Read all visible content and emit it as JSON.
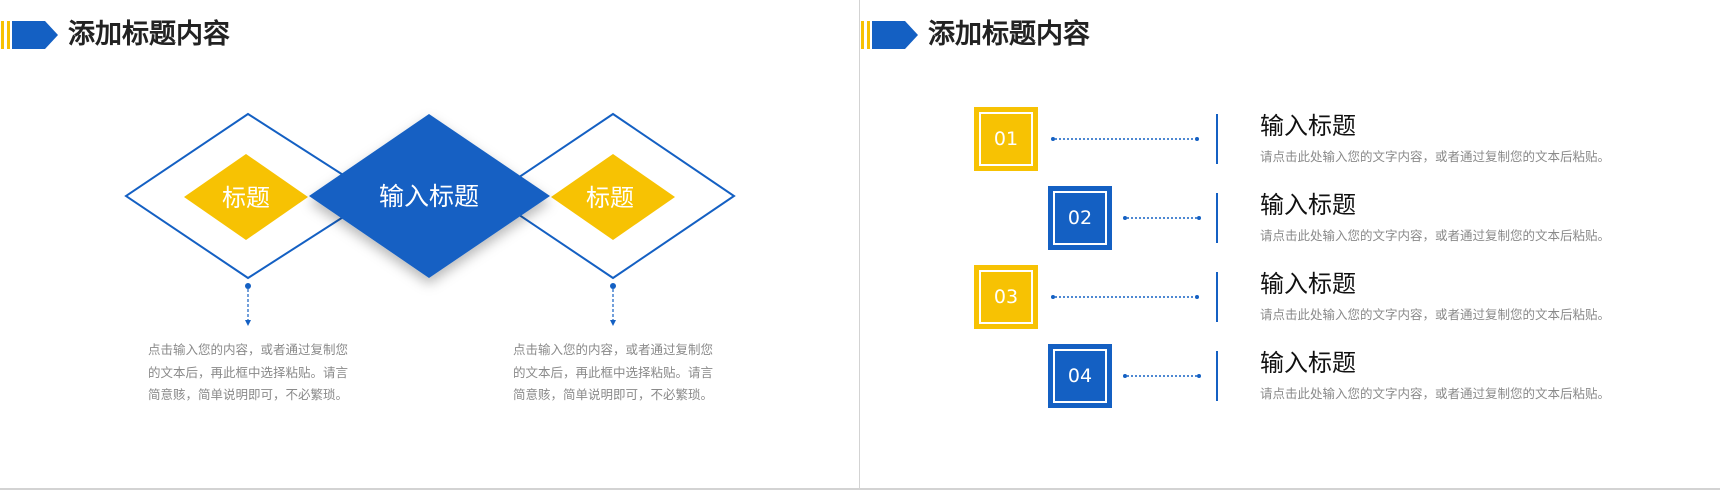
{
  "left_slide": {
    "header_title": "添加标题内容",
    "center_diamond_label": "输入标题",
    "left_diamond_label": "标题",
    "right_diamond_label": "标题",
    "left_description": "点击输入您的内容，或者通过复制您的文本后，再此框中选择粘贴。请言简意赅，简单说明即可，不必繁琐。",
    "right_description": "点击输入您的内容，或者通过复制您的文本后，再此框中选择粘贴。请言简意赅，简单说明即可，不必繁琐。"
  },
  "right_slide": {
    "header_title": "添加标题内容",
    "rows": [
      {
        "number": "01",
        "title": "输入标题",
        "description": "请点击此处输入您的文字内容，或者通过复制您的文本后粘贴。",
        "style": "yellow"
      },
      {
        "number": "02",
        "title": "输入标题",
        "description": "请点击此处输入您的文字内容，或者通过复制您的文本后粘贴。",
        "style": "blue"
      },
      {
        "number": "03",
        "title": "输入标题",
        "description": "请点击此处输入您的文字内容，或者通过复制您的文本后粘贴。",
        "style": "yellow"
      },
      {
        "number": "04",
        "title": "输入标题",
        "description": "请点击此处输入您的文字内容，或者通过复制您的文本后粘贴。",
        "style": "blue"
      }
    ]
  },
  "colors": {
    "accent_blue": "#1460C3",
    "accent_yellow": "#F7C203",
    "title_text": "#222222",
    "body_text": "#8a8a8a"
  },
  "icons": [
    "header-arrow-icon"
  ]
}
